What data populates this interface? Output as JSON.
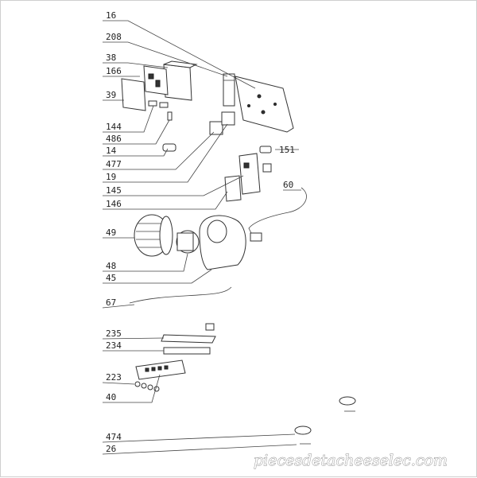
{
  "labels": {
    "p16": "16",
    "p208": "208",
    "p38": "38",
    "p166": "166",
    "p39": "39",
    "p144": "144",
    "p486": "486",
    "p14": "14",
    "p477": "477",
    "p19": "19",
    "p145": "145",
    "p146": "146",
    "p151": "151",
    "p60": "60",
    "p49": "49",
    "p48": "48",
    "p45": "45",
    "p67": "67",
    "p235": "235",
    "p234": "234",
    "p223": "223",
    "p40": "40",
    "p474": "474",
    "p26": "26"
  },
  "watermark": "piecesdetacheeselec.com"
}
